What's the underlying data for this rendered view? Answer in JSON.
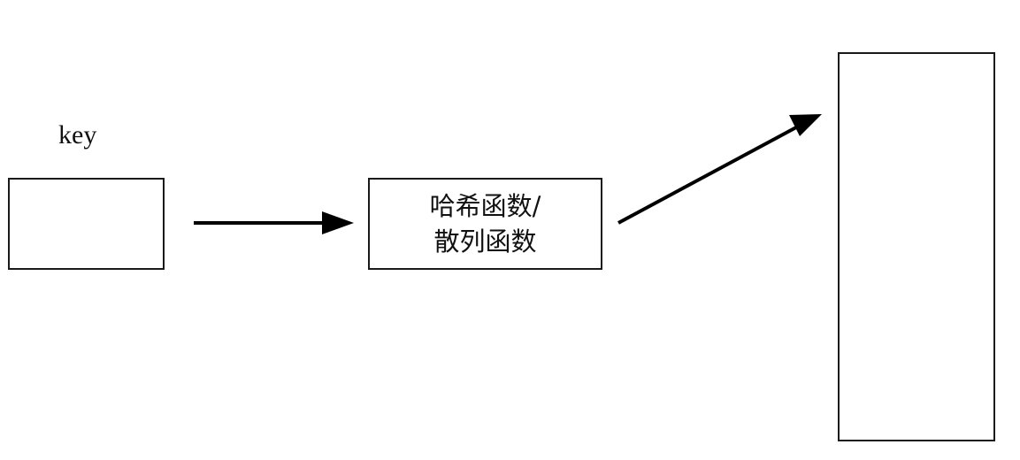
{
  "key_node": {
    "label": "key"
  },
  "hash_node": {
    "line1": "哈希函数/",
    "line2": "散列函数"
  },
  "colors": {
    "stroke": "#1a1a1a",
    "background": "#ffffff"
  }
}
